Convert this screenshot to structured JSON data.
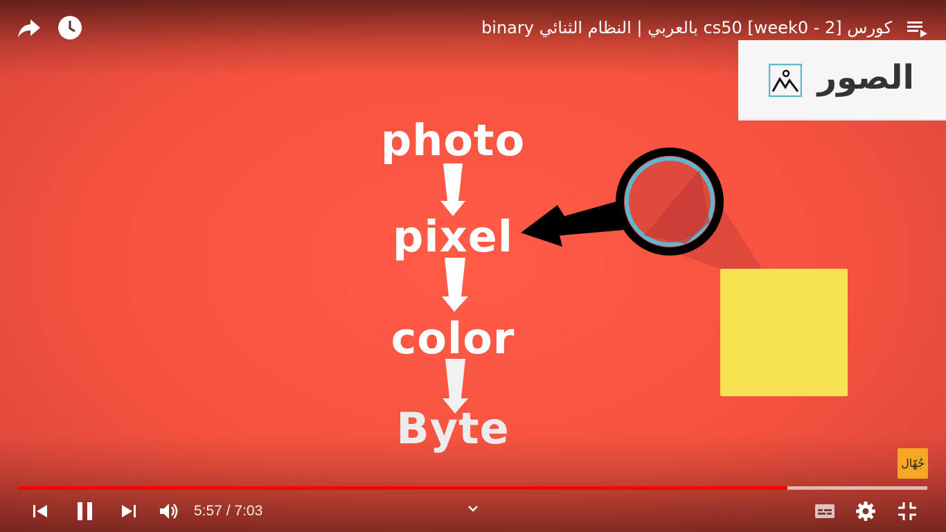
{
  "header": {
    "title": "كورس cs50 [week0 - 2] بالعربي | النظام الثنائي binary",
    "share_icon": "share-icon",
    "watch_later_icon": "clock-icon",
    "playlist_icon": "playlist-icon"
  },
  "video": {
    "banner_text": "الصور",
    "banner_icon": "image-icon",
    "flow": [
      "photo",
      "pixel",
      "color",
      "Byte"
    ],
    "watermark_text": "جُهّال",
    "colors": {
      "background": "#f5523f",
      "square": "#f7e352",
      "lens_ring": "#5fb6cf"
    }
  },
  "player": {
    "current_time": "5:57",
    "separator": "/",
    "duration": "7:03",
    "progress_fraction": 0.8465,
    "buffered_fraction": 1.0,
    "progress_color": "#ff0000",
    "controls": {
      "previous_icon": "skip-previous-icon",
      "pause_icon": "pause-icon",
      "next_icon": "skip-next-icon",
      "volume_icon": "volume-icon",
      "chevron_icon": "chevron-down-icon",
      "subtitles_icon": "subtitles-icon",
      "settings_icon": "gear-icon",
      "exit_fullscreen_icon": "exit-fullscreen-icon"
    }
  }
}
